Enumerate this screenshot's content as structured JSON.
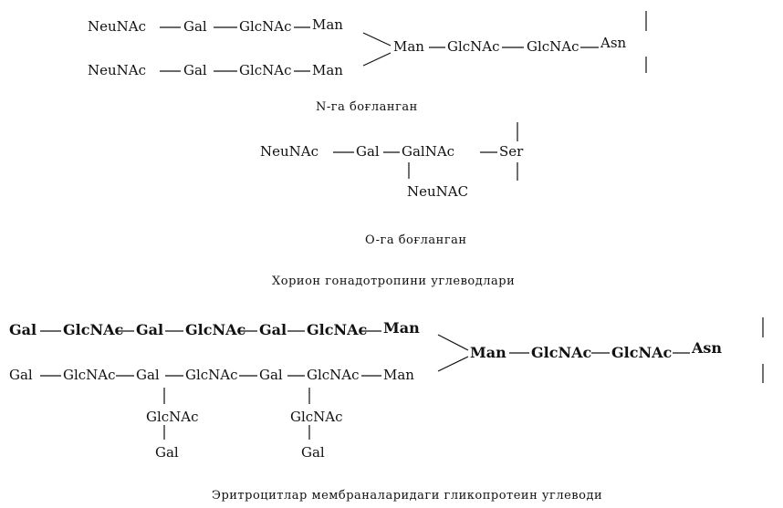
{
  "diagram": {
    "s1": {
      "r1": [
        "NeuNAc",
        "Gal",
        "GlcNAc",
        "Man"
      ],
      "r2": [
        "NeuNAc",
        "Gal",
        "GlcNAc",
        "Man"
      ],
      "core": [
        "Man",
        "GlcNAc",
        "GlcNAc",
        "Asn"
      ],
      "caption": "N-га боғланган"
    },
    "s2": {
      "chain": [
        "NeuNAc",
        "Gal",
        "GalNAc",
        "Ser"
      ],
      "branch": "NeuNAC",
      "caption": "O-га боғланган"
    },
    "s1_title": "Хорион гонадотропини углеводлари",
    "s3": {
      "r1": [
        "Gal",
        "GlcNAc",
        "Gal",
        "GlcNAc",
        "Gal",
        "GlcNAc",
        "Man"
      ],
      "r2": [
        "Gal",
        "GlcNAc",
        "Gal",
        "GlcNAc",
        "Gal",
        "GlcNAc",
        "Man"
      ],
      "core": [
        "Man",
        "GlcNAc",
        "GlcNAc",
        "Asn"
      ],
      "branch1": [
        "GlcNAc",
        "Gal"
      ],
      "branch2": [
        "GlcNAc",
        "Gal"
      ],
      "caption": "Эритроцитлар мембраналаридаги гликопротеин углеводи"
    }
  }
}
